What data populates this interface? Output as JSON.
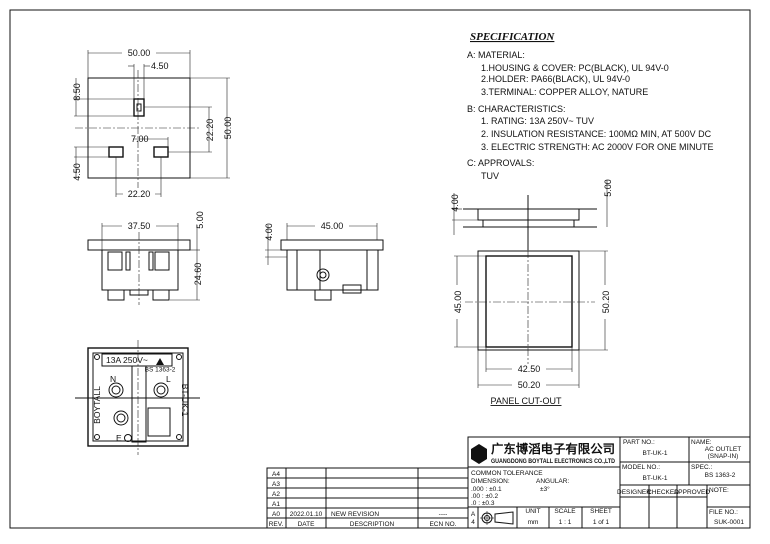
{
  "specification": {
    "title": "SPECIFICATION",
    "material_heading": "A: MATERIAL:",
    "material_items": [
      "1.HOUSING & COVER: PC(BLACK), UL 94V-0",
      "2.HOLDER: PA66(BLACK), UL 94V-0",
      "3.TERMINAL: COPPER ALLOY, NATURE"
    ],
    "characteristics_heading": "B: CHARACTERISTICS:",
    "characteristics_items": [
      "1. RATING: 13A 250V~ TUV",
      "2. INSULATION RESISTANCE: 100MΩ MIN, AT 500V DC",
      "3. ELECTRIC STRENGTH: AC 2000V FOR ONE MINUTE"
    ],
    "approvals_heading": "C: APPROVALS:",
    "approvals_value": "TUV"
  },
  "top_view": {
    "width": "50.00",
    "slot_width": "4.50",
    "top_offset": "8.50",
    "height": "50.00",
    "pin_spacing_v": "22.20",
    "slot_gap": "7.00",
    "bottom_offset": "4.50",
    "pin_spacing_h": "22.20"
  },
  "front_view": {
    "body_width": "37.50",
    "flange": "5.00",
    "depth": "24.60"
  },
  "side_view": {
    "body_width": "45.00",
    "clip": "4.00"
  },
  "panel_cutout": {
    "label": "PANEL CUT-OUT",
    "thickness_min": "4.00",
    "thickness_max": "5.00",
    "height_min": "45.00",
    "height_max": "50.20",
    "width_min": "42.50",
    "width_max": "50.20"
  },
  "bottom_view": {
    "rating": "13A 250V~",
    "standard": "BS 1363-2",
    "brand": "BOYTALL",
    "model": "BT-UK-1",
    "neutral": "N",
    "live": "L",
    "earth": "E"
  },
  "revision_table": {
    "rows": [
      {
        "rev": "A4",
        "date": "",
        "description": "",
        "ecn": ""
      },
      {
        "rev": "A3",
        "date": "",
        "description": "",
        "ecn": ""
      },
      {
        "rev": "A2",
        "date": "",
        "description": "",
        "ecn": ""
      },
      {
        "rev": "A1",
        "date": "",
        "description": "",
        "ecn": ""
      },
      {
        "rev": "A0",
        "date": "2022.01.10",
        "description": "NEW REVISION",
        "ecn": "----"
      }
    ],
    "headers": {
      "rev": "REV.",
      "date": "DATE",
      "description": "DESCRIPTION",
      "ecn": "ECN NO."
    }
  },
  "title_block": {
    "company_cn": "广东博滔电子有限公司",
    "company_en": "GUANGDONG BOYTALL ELECTRONICS CO.,LTD",
    "tolerance_title": "COMMON TOLERANCE",
    "dimension_label": "DIMENSION:",
    "angular_label": "ANGULAR:",
    "angular_value": "±3°",
    "tol_lines": [
      ".000  :  ±0.1",
      ".00    :  ±0.2",
      ".0      :  ±0.3"
    ],
    "size_a": "A",
    "size_4": "4",
    "unit_label": "UNIT",
    "unit_value": "mm",
    "scale_label": "SCALE",
    "scale_value": "1 : 1",
    "sheet_label": "SHEET",
    "sheet_value": "1 of 1",
    "part_no_label": "PART NO.:",
    "part_no": "BT-UK-1",
    "name_label": "NAME:",
    "name_line1": "AC OUTLET",
    "name_line2": "(SNAP-IN)",
    "model_no_label": "MODEL NO.:",
    "model_no": "BT-UK-1",
    "spec_label": "SPEC.:",
    "spec": "BS 1363-2",
    "designer_label": "DESIGNER",
    "checked_label": "CHECKED",
    "approved_label": "APPROVED",
    "note_label": "NOTE:",
    "file_no_label": "FILE NO.:",
    "file_no": "SUK-0001"
  }
}
